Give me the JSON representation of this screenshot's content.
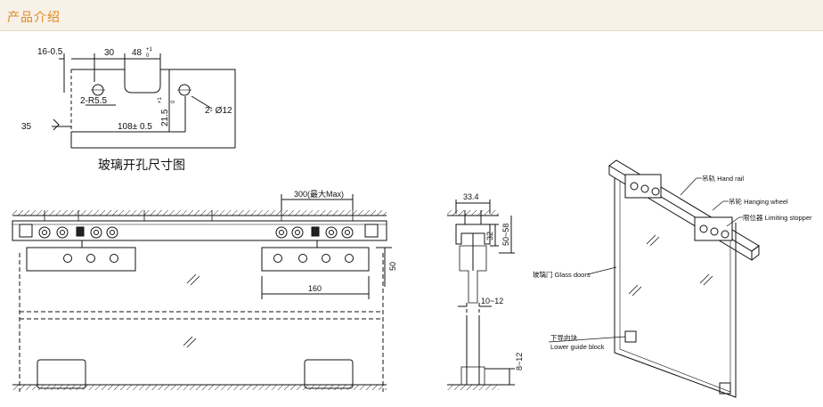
{
  "header": {
    "title": "产品介绍"
  },
  "drawing": {
    "caption": "玻璃开孔尺寸图",
    "hole_dims": {
      "d1": "16-0.5",
      "d2": "30",
      "d3": "48",
      "d3_tol_plus": "+1",
      "d3_tol_minus": "0",
      "d4": "2-R5.5",
      "d5": "21.5",
      "d5_tol_plus": "+1",
      "d5_tol_minus": "0",
      "d6": "2- Ø12",
      "d7": "35",
      "d8": "108± 0.5"
    },
    "front": {
      "max": "300(最大Max)",
      "height": "50",
      "width": "160"
    },
    "section": {
      "top": "33.4",
      "h1": "32",
      "h2": "50~58",
      "glass": "10~12",
      "bottom": "8~12"
    },
    "iso": {
      "hand_rail": "吊轨 Hand rail",
      "hanging_wheel": "吊轮 Hanging wheel",
      "limiting_stopper": "限位器 Limiting stopper",
      "glass_doors": "玻璃门 Glass doors",
      "lower_guide_cn": "下导向块",
      "lower_guide_en": "Lower guide block"
    }
  }
}
